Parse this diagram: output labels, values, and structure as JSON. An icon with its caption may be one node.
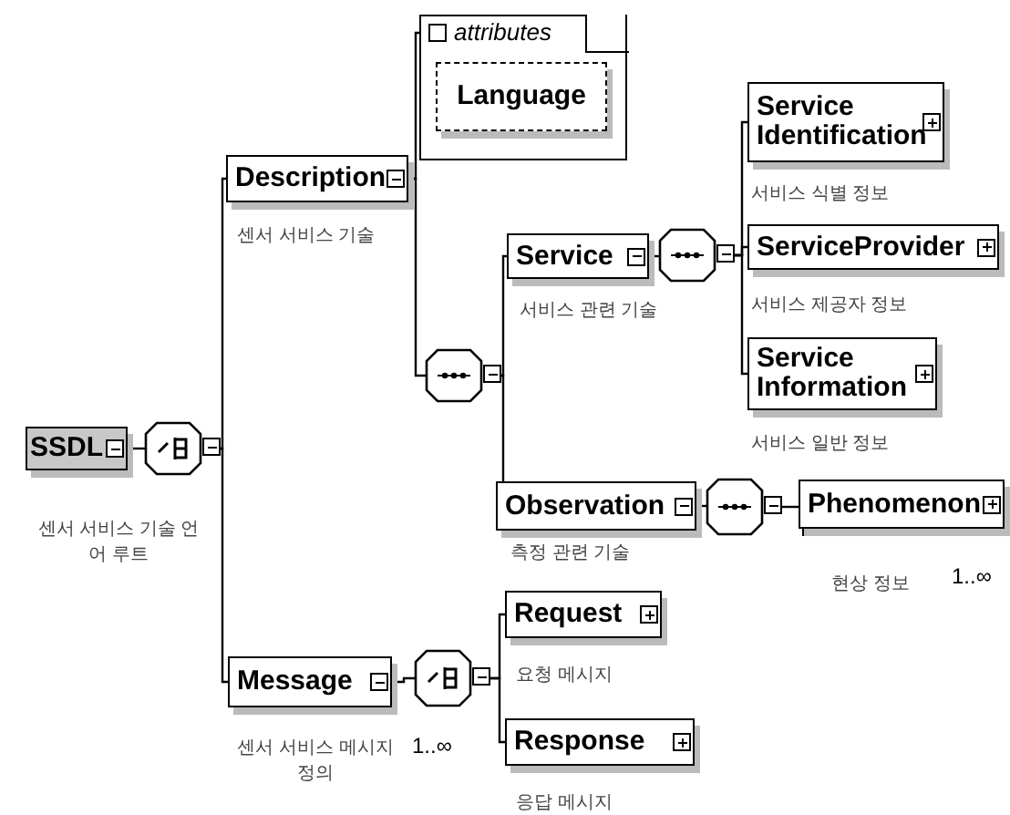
{
  "diagram": {
    "nodes": [
      {
        "text": [
          "SSDL"
        ],
        "beside": [
          "센서 서비스 기술 언어 루트"
        ]
      },
      {
        "text": [],
        "shape": "octagon"
      },
      {
        "text": [
          "Description"
        ],
        "beside": [
          "센서 서비스 기술"
        ]
      },
      {
        "text": [
          "attributes"
        ]
      },
      {
        "text": [
          "Language"
        ],
        "in": 3
      },
      {
        "text": [],
        "shape": "octagon"
      },
      {
        "text": [
          "Service"
        ],
        "beside": [
          "서비스 관련 기술"
        ]
      },
      {
        "text": [],
        "shape": "octagon"
      },
      {
        "text": [
          "Service Identification"
        ],
        "beside": [
          "서비스 식별 정보"
        ]
      },
      {
        "text": [
          "ServiceProvider"
        ],
        "beside": [
          "서비스 제공자 정보"
        ]
      },
      {
        "text": [
          "Service Information"
        ],
        "beside": [
          "서비스 일반 정보"
        ]
      },
      {
        "text": [
          "Observation"
        ],
        "beside": [
          "측정 관련 기술"
        ]
      },
      {
        "text": [],
        "shape": "octagon"
      },
      {
        "text": [
          "Phenomenon"
        ],
        "beside": [
          "현상 정보",
          "1..∞"
        ]
      },
      {
        "text": [
          "Message"
        ],
        "beside": [
          "센서 서비스 메시지 정의"
        ]
      },
      {
        "text": [],
        "shape": "octagon",
        "beside": [
          "1..∞"
        ]
      },
      {
        "text": [
          "Request"
        ],
        "beside": [
          "요청 메시지"
        ]
      },
      {
        "text": [
          "Response"
        ],
        "beside": [
          "응답 메시지"
        ]
      }
    ],
    "edges": [
      {
        "from": 0,
        "to": 1,
        "arrow": "none"
      },
      {
        "from": 1,
        "to": 2,
        "arrow": "none"
      },
      {
        "from": 1,
        "to": 14,
        "arrow": "none"
      },
      {
        "from": 2,
        "to": 3,
        "arrow": "none"
      },
      {
        "from": 2,
        "to": 5,
        "arrow": "none"
      },
      {
        "from": 5,
        "to": 6,
        "arrow": "none"
      },
      {
        "from": 5,
        "to": 11,
        "arrow": "none"
      },
      {
        "from": 6,
        "to": 7,
        "arrow": "none"
      },
      {
        "from": 7,
        "to": 8,
        "arrow": "none"
      },
      {
        "from": 7,
        "to": 9,
        "arrow": "none"
      },
      {
        "from": 7,
        "to": 10,
        "arrow": "none"
      },
      {
        "from": 11,
        "to": 12,
        "arrow": "none"
      },
      {
        "from": 12,
        "to": 13,
        "arrow": "none"
      },
      {
        "from": 14,
        "to": 15,
        "arrow": "none"
      },
      {
        "from": 15,
        "to": 16,
        "arrow": "none"
      },
      {
        "from": 15,
        "to": 17,
        "arrow": "none"
      }
    ]
  }
}
